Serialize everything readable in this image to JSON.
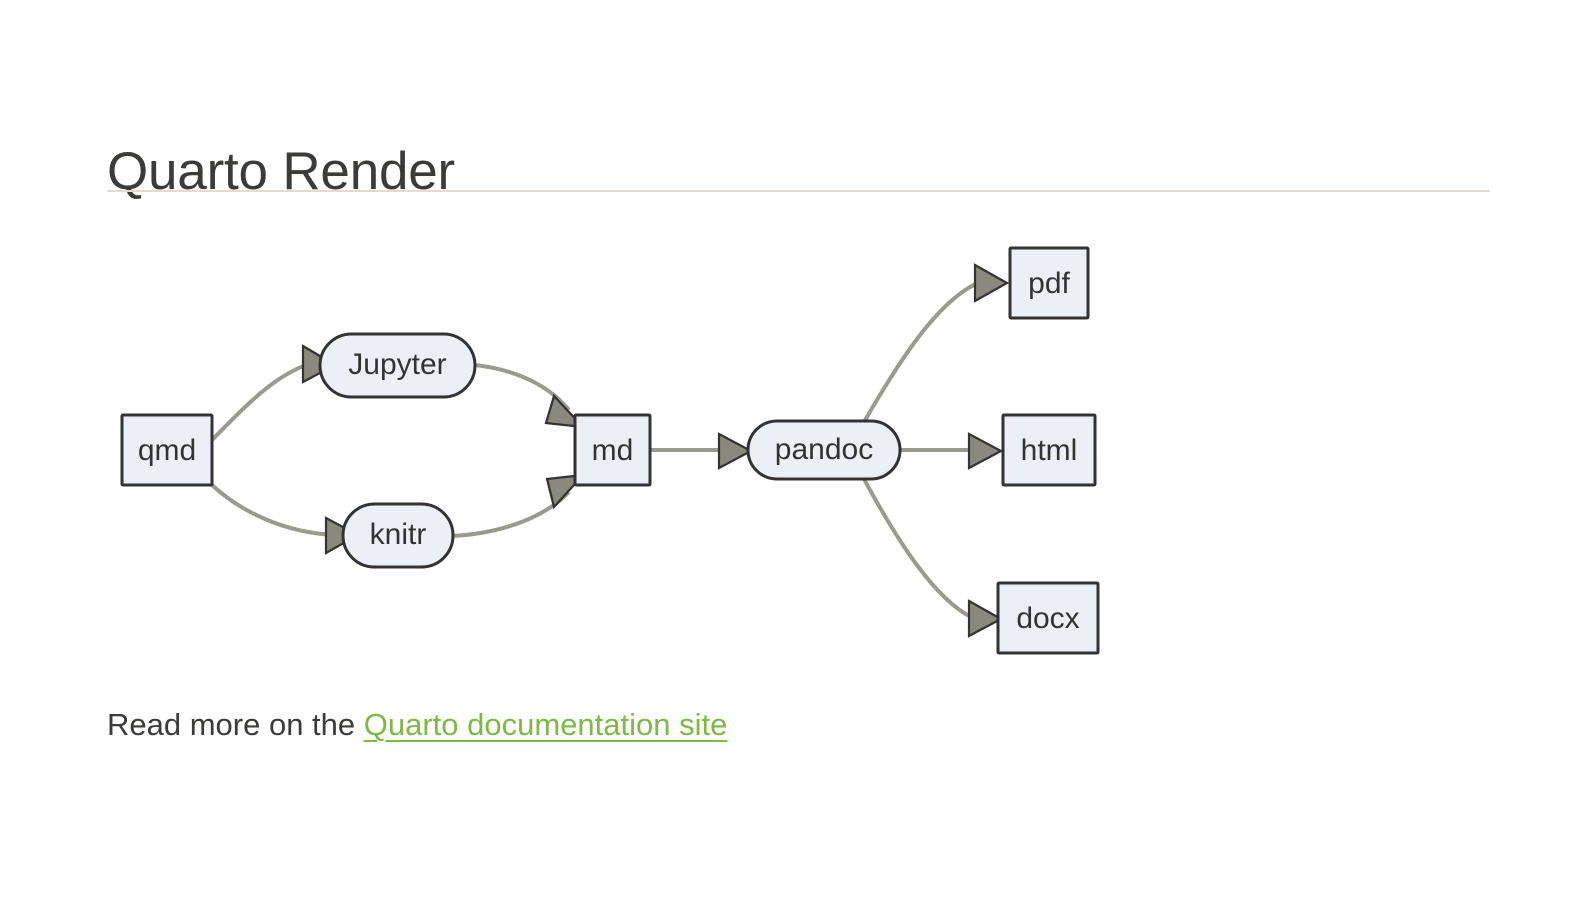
{
  "page": {
    "title": "Quarto Render",
    "background_color": "#ffffff",
    "rule_color": "#e2dbd3",
    "text_color": "#3b3b39"
  },
  "diagram": {
    "name": "quarto-render-flowchart",
    "direction": "left-to-right",
    "node_fill": "#eceff6",
    "node_stroke": "#333333",
    "edge_color": "#9b9a90",
    "arrow_fill": "#8a897e",
    "nodes": [
      {
        "id": "qmd",
        "label": "qmd",
        "shape": "rect"
      },
      {
        "id": "jupyter",
        "label": "Jupyter",
        "shape": "stadium"
      },
      {
        "id": "knitr",
        "label": "knitr",
        "shape": "stadium"
      },
      {
        "id": "md",
        "label": "md",
        "shape": "rect"
      },
      {
        "id": "pandoc",
        "label": "pandoc",
        "shape": "stadium"
      },
      {
        "id": "pdf",
        "label": "pdf",
        "shape": "rect"
      },
      {
        "id": "html",
        "label": "html",
        "shape": "rect"
      },
      {
        "id": "docx",
        "label": "docx",
        "shape": "rect"
      }
    ],
    "edges": [
      {
        "from": "qmd",
        "to": "jupyter"
      },
      {
        "from": "qmd",
        "to": "knitr"
      },
      {
        "from": "jupyter",
        "to": "md"
      },
      {
        "from": "knitr",
        "to": "md"
      },
      {
        "from": "md",
        "to": "pandoc"
      },
      {
        "from": "pandoc",
        "to": "pdf"
      },
      {
        "from": "pandoc",
        "to": "html"
      },
      {
        "from": "pandoc",
        "to": "docx"
      }
    ]
  },
  "footer": {
    "lead_text": "Read more on the ",
    "link_text": "Quarto documentation site",
    "link_color": "#7cb945"
  }
}
